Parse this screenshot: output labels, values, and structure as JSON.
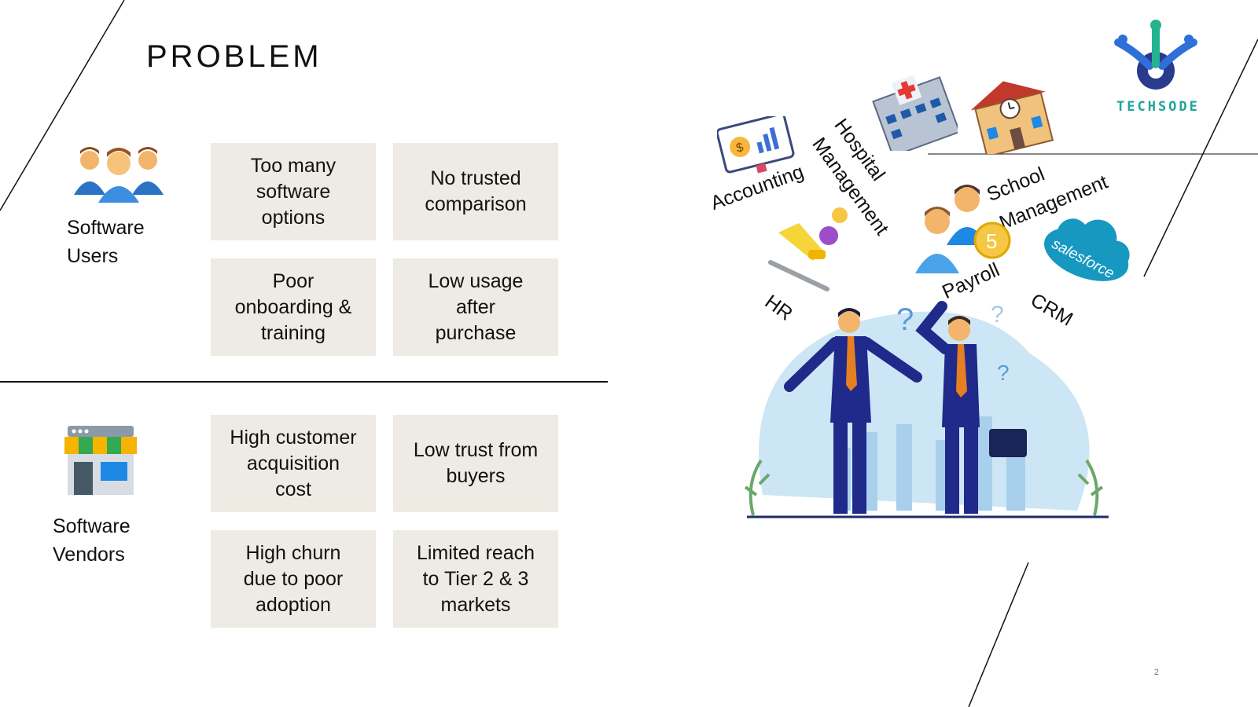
{
  "slide": {
    "title": "PROBLEM",
    "page_number": "2",
    "logo_text": "TECHSODE"
  },
  "users": {
    "label_line1": "Software",
    "label_line2": "Users",
    "icon": "users-group-icon",
    "boxes": [
      {
        "lines": [
          "Too many",
          "software",
          "options"
        ]
      },
      {
        "lines": [
          "No trusted",
          "comparison"
        ]
      },
      {
        "lines": [
          "Poor",
          "onboarding &",
          "training"
        ]
      },
      {
        "lines": [
          "Low usage",
          "after",
          "purchase"
        ]
      }
    ]
  },
  "vendors": {
    "label_line1": "Software",
    "label_line2": "Vendors",
    "icon": "storefront-icon",
    "boxes": [
      {
        "lines": [
          "High customer",
          "acquisition",
          "cost"
        ]
      },
      {
        "lines": [
          "Low trust from",
          "buyers"
        ]
      },
      {
        "lines": [
          "High churn",
          "due to poor",
          "adoption"
        ]
      },
      {
        "lines": [
          "Limited reach",
          "to Tier 2 & 3",
          "markets"
        ]
      }
    ]
  },
  "illustration": {
    "labels": {
      "accounting": "Accounting",
      "hospital1": "Hospital",
      "hospital2": "Management",
      "school1": "School",
      "school2": "Management",
      "hr": "HR",
      "payroll": "Payroll",
      "crm": "CRM",
      "salesforce": "salesforce"
    }
  },
  "colors": {
    "box_bg": "#eeebe4",
    "accent_blue": "#2f86d8",
    "salesforce_blue": "#1798c1",
    "logo_teal": "#1fa59a"
  }
}
